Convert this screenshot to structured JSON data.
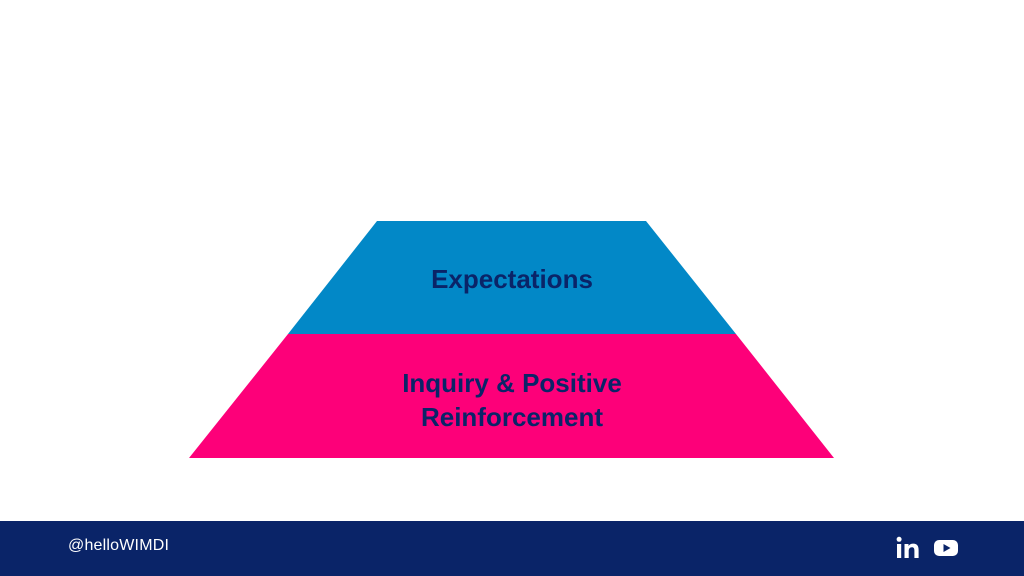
{
  "pyramid": {
    "top_layer": {
      "label": "Expectations",
      "color": "#0288c7"
    },
    "bottom_layer": {
      "label_line1": "Inquiry & Positive",
      "label_line2": "Reinforcement",
      "color": "#fd0079"
    },
    "text_color": "#0a2468"
  },
  "footer": {
    "handle": "@helloWIMDI",
    "background": "#0a2468",
    "icons": [
      "linkedin-icon",
      "youtube-icon"
    ]
  }
}
